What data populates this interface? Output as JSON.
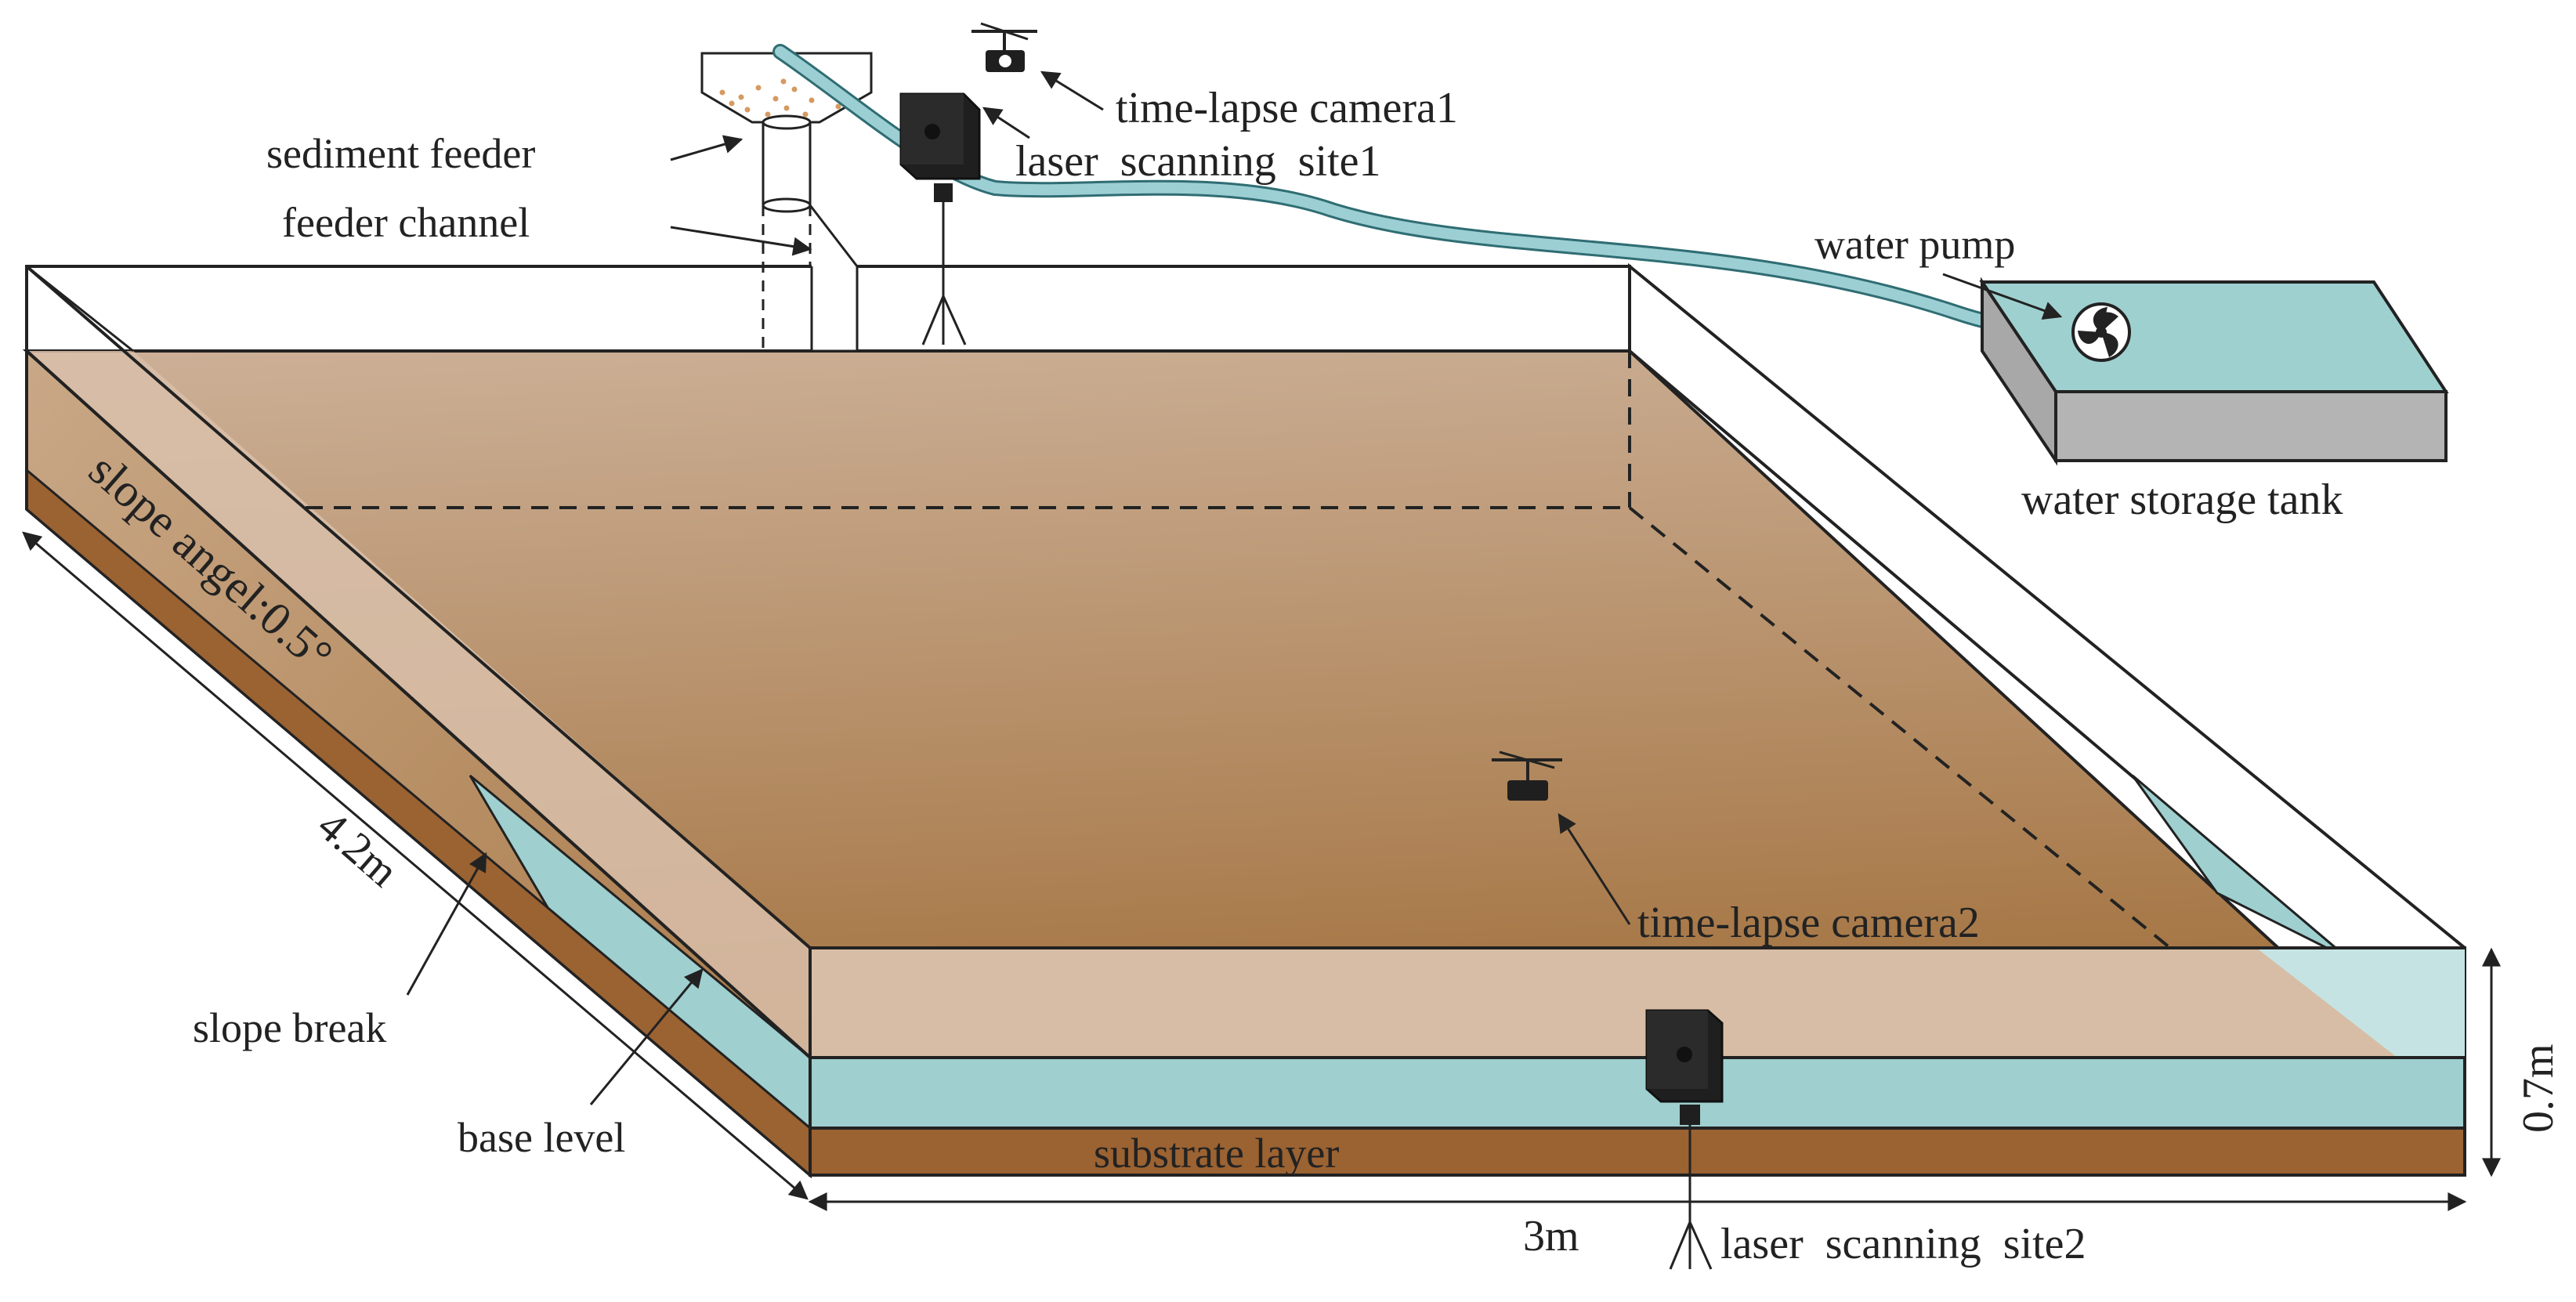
{
  "labels": {
    "sediment_feeder": "sediment feeder",
    "feeder_channel": "feeder channel",
    "time_lapse_camera1": "time-lapse camera1",
    "laser_scanning_site1": "laser  scanning  site1",
    "water_pump": "water pump",
    "water_storage_tank": "water storage tank",
    "slope_angle": "slope angel:0.5°",
    "length": "4.2m",
    "slope_break": "slope break",
    "base_level": "base level",
    "time_lapse_camera2": "time-lapse camera2",
    "substrate_layer": "substrate layer",
    "width": "3m",
    "height": "0.7m",
    "laser_scanning_site2": "laser  scanning  site2"
  },
  "colors": {
    "sediment_top": "#ccb097",
    "sediment_bottom": "#a57543",
    "slope_light": "#d9c0aa",
    "water": "#9fcfcf",
    "substrate": "#9b6232",
    "tank_top": "#9fd0d0",
    "tank_side": "#b4b4b4",
    "device": "#2b2b2b",
    "pipe": "#9ccfd3"
  }
}
